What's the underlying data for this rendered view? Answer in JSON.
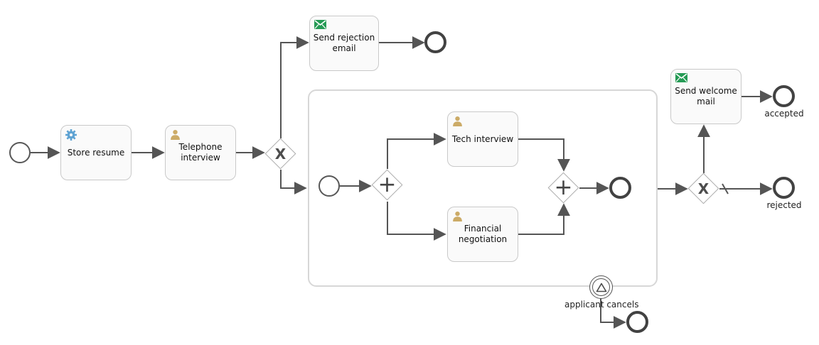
{
  "process": {
    "tasks": {
      "store_resume": {
        "label": "Store resume",
        "type": "service-task"
      },
      "telephone_interview": {
        "label": "Telephone interview",
        "type": "user-task"
      },
      "send_rejection_email": {
        "label": "Send rejection email",
        "type": "send-task"
      },
      "tech_interview": {
        "label": "Tech interview",
        "type": "user-task"
      },
      "financial_negotiation": {
        "label": "Financial negotiation",
        "type": "user-task"
      },
      "send_welcome_mail": {
        "label": "Send welcome mail",
        "type": "send-task"
      }
    },
    "event_labels": {
      "accepted": "accepted",
      "rejected": "rejected",
      "applicant_cancels": "applicant cancels"
    },
    "gateway_markers": {
      "exclusive": "X",
      "parallel": "+"
    },
    "colors": {
      "flow": "#555555",
      "task_fill": "#fafafa",
      "task_border": "#c9c9c9",
      "subprocess_border": "#d7d7d7",
      "gateway_border": "#ababab",
      "service_icon": "#5fa3d3",
      "user_icon": "#ccab67",
      "send_icon": "#259b55"
    }
  }
}
